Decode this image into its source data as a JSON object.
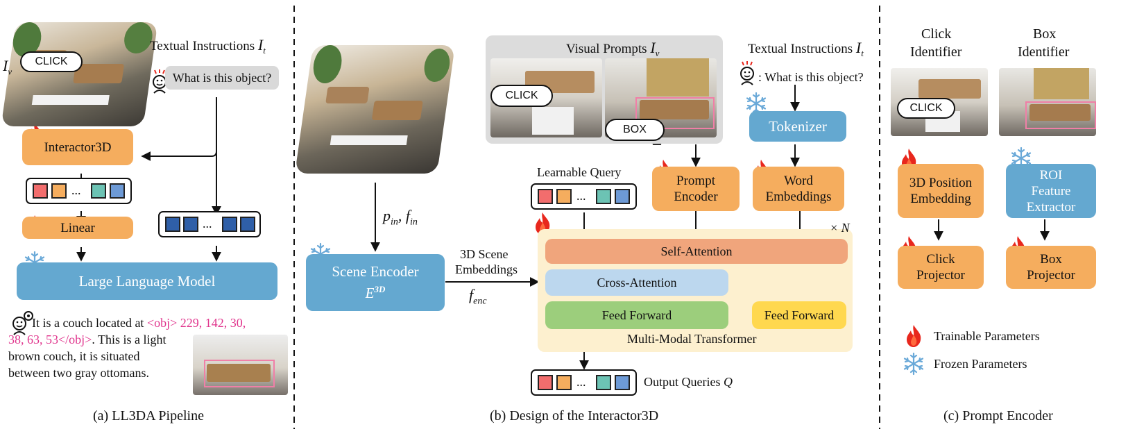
{
  "panel_a": {
    "caption": "(a) LL3DA Pipeline",
    "iv_label": "I",
    "iv_sub": "v",
    "click_label": "CLICK",
    "textual_instructions": "Textual Instructions",
    "it_symbol": "I",
    "it_sub": "t",
    "question": "What is this object?",
    "interactor": "Interactor3D",
    "linear": "Linear",
    "llm": "Large Language Model",
    "answer_pre": "It is a couch located at ",
    "answer_obj_1": "<obj> 229, 142, 30,",
    "answer_obj_2": "38, 63, 53</obj>",
    "answer_post_1": ". This is a light",
    "answer_line_3": "brown couch, it is situated",
    "answer_line_4": "between two gray ottomans.",
    "ellipsis": "..."
  },
  "panel_b": {
    "caption": "(b) Design of the Interactor3D",
    "visual_prompts": "Visual Prompts",
    "vp_sym": "I",
    "vp_sub": "v",
    "click_label": "CLICK",
    "box_label": "BOX",
    "textual_instructions": "Textual Instructions",
    "ti_sym": "I",
    "ti_sub": "t",
    "question": ": What is this object?",
    "tokenizer": "Tokenizer",
    "prompt_encoder_1": "Prompt",
    "prompt_encoder_2": "Encoder",
    "word_emb_1": "Word",
    "word_emb_2": "Embeddings",
    "learnable_query": "Learnable Query",
    "p_in": "p",
    "p_in_sub": "in",
    "f_in": "f",
    "f_in_sub": "in",
    "scene_encoder": "Scene Encoder",
    "scene_sym": "E",
    "scene_sup": "3D",
    "emb_1": "3D Scene",
    "emb_2": "Embeddings",
    "f_enc": "f",
    "f_enc_sub": "enc",
    "times_n": "× N",
    "self_attention": "Self-Attention",
    "cross_attention": "Cross-Attention",
    "feed_forward_left": "Feed Forward",
    "feed_forward_right": "Feed Forward",
    "mmt": "Multi-Modal Transformer",
    "output_queries": "Output Queries",
    "q_sym": "Q",
    "ellipsis": "..."
  },
  "panel_c": {
    "caption": "(c) Prompt Encoder",
    "click_identifier_1": "Click",
    "click_identifier_2": "Identifier",
    "box_identifier_1": "Box",
    "box_identifier_2": "Identifier",
    "click_label": "CLICK",
    "pos_emb_1": "3D Position",
    "pos_emb_2": "Embedding",
    "roi_1": "ROI",
    "roi_2": "Feature",
    "roi_3": "Extractor",
    "click_proj_1": "Click",
    "click_proj_2": "Projector",
    "box_proj_1": "Box",
    "box_proj_2": "Projector",
    "legend_trainable": "Trainable Parameters",
    "legend_frozen": "Frozen Parameters"
  },
  "colors": {
    "orange": "#f5ad5e",
    "blue": "#64a8d0",
    "light_blue": "#bcd7ee",
    "green": "#9cce7c",
    "yellow": "#ffd84f",
    "salmon": "#f0a57c",
    "transformer_bg": "#fdf0cf",
    "obj_text": "#e0338c",
    "token_red": "#f26d6d",
    "token_orange": "#f5ad5e",
    "token_teal": "#6cc3b4",
    "token_blue": "#6d9ad6",
    "token_navy": "#2f5fa8"
  }
}
